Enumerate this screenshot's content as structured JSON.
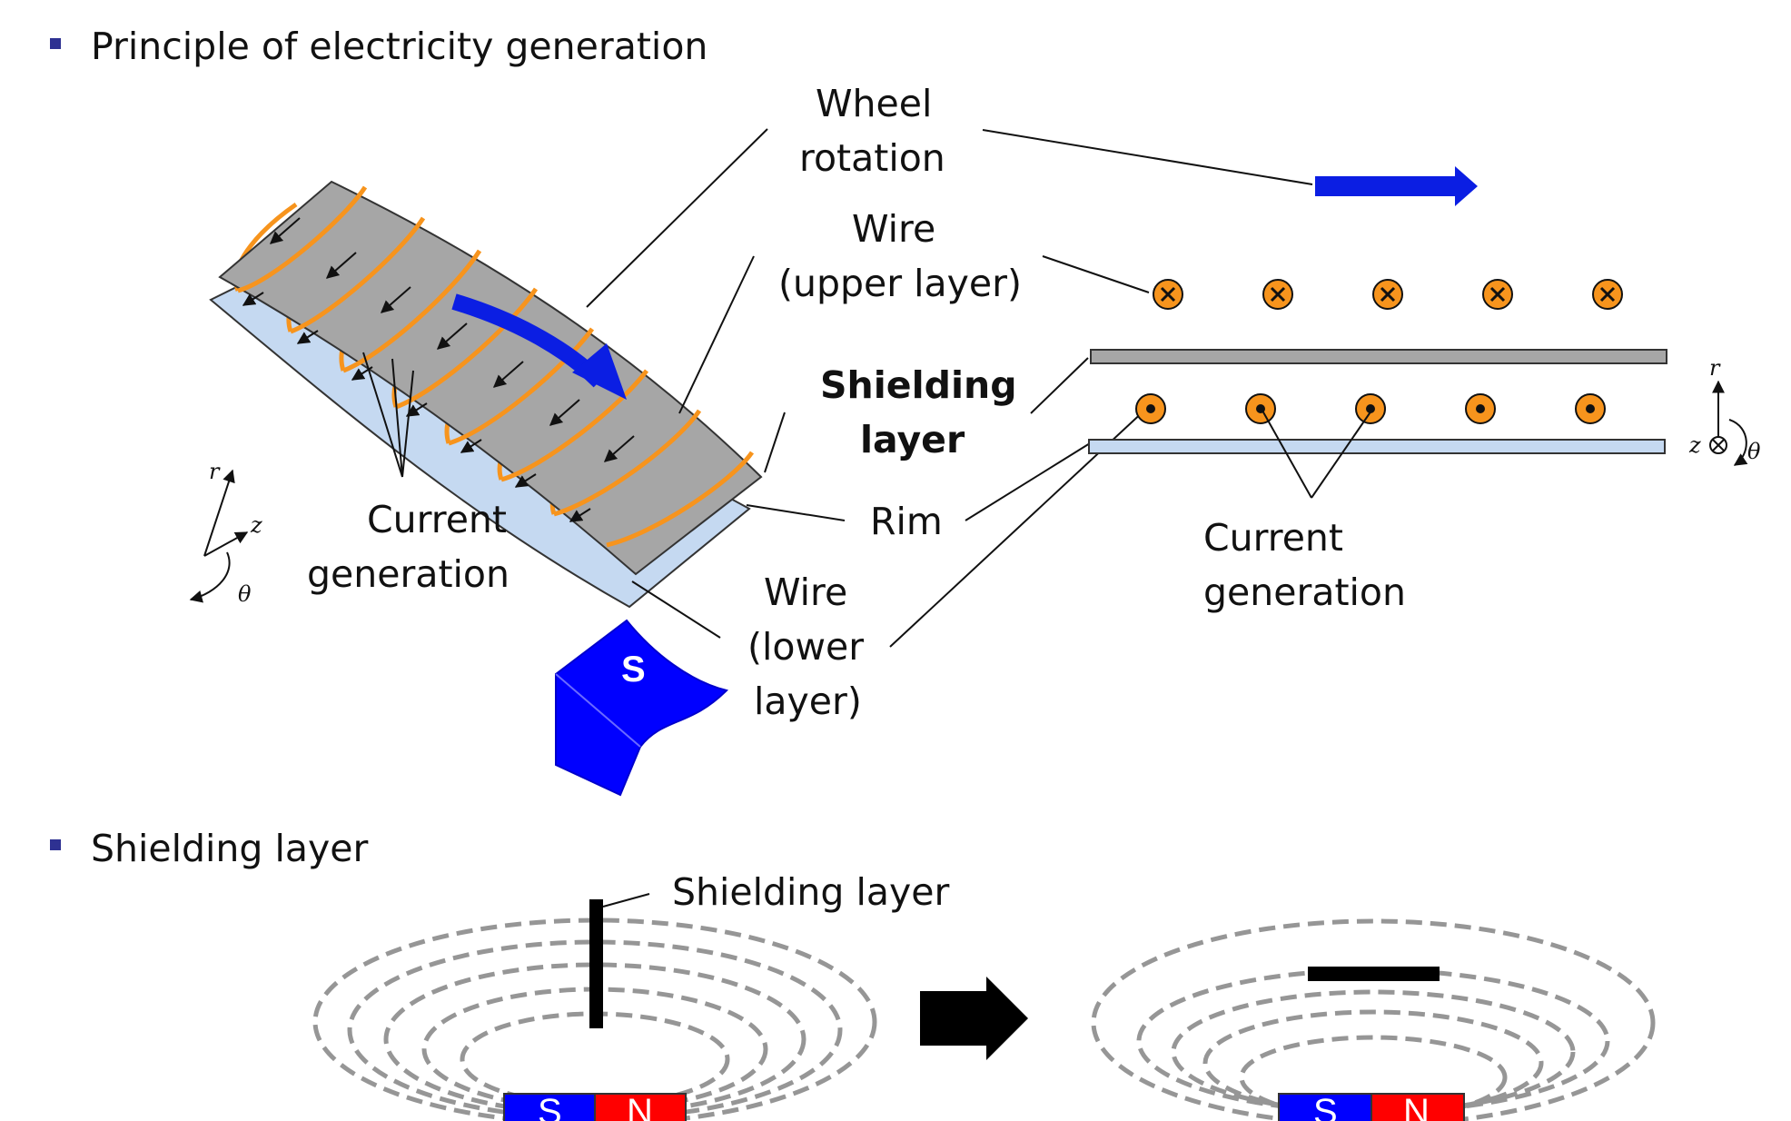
{
  "sections": {
    "principle_title": "Principle of electricity generation",
    "shielding_title": "Shielding layer"
  },
  "labels": {
    "wheel_rotation": [
      "Wheel",
      "rotation"
    ],
    "wire_upper": [
      "Wire",
      "(upper layer)"
    ],
    "shielding_layer": [
      "Shielding",
      "layer"
    ],
    "rim": "Rim",
    "wire_lower": [
      "Wire",
      "(lower",
      "layer)"
    ],
    "current_generation_left": [
      "Current",
      "generation"
    ],
    "current_generation_right": [
      "Current",
      "generation"
    ],
    "shielding_layer_bottom": "Shielding layer"
  },
  "axes": {
    "r": "r",
    "z": "z",
    "theta": "θ"
  },
  "magnets": {
    "block": "S",
    "south": "S",
    "north": "N"
  },
  "colors": {
    "bullet": "#2e3192",
    "accent_blue": "#0b1ee3",
    "wire_orange": "#f7941d",
    "panel_gray": "#a6a6a6",
    "rim_blue": "#c5d9f1",
    "south_blue": "#0000ff",
    "north_red": "#ff0000",
    "field_line_gray": "#969696"
  }
}
